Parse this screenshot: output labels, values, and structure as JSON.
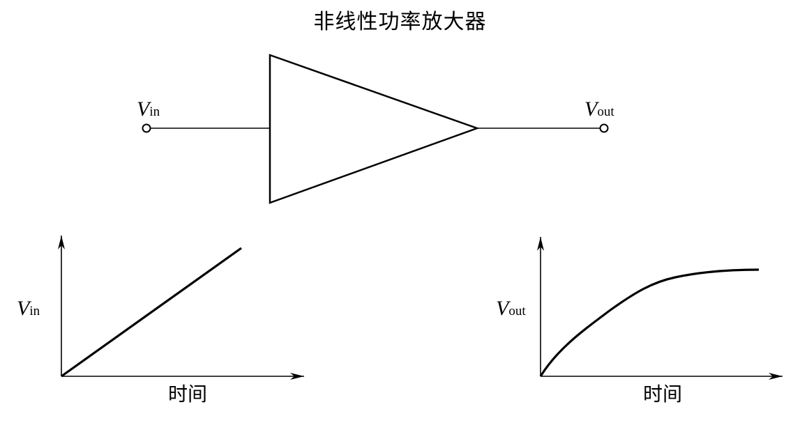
{
  "title": "非线性功率放大器",
  "amplifier": {
    "input_label": {
      "main": "V",
      "sub": "in"
    },
    "output_label": {
      "main": "V",
      "sub": "out"
    }
  },
  "graphs": [
    {
      "y_label": {
        "main": "V",
        "sub": "in"
      },
      "x_label": "时间",
      "curve": "linear"
    },
    {
      "y_label": {
        "main": "V",
        "sub": "out"
      },
      "x_label": "时间",
      "curve": "saturating"
    }
  ]
}
